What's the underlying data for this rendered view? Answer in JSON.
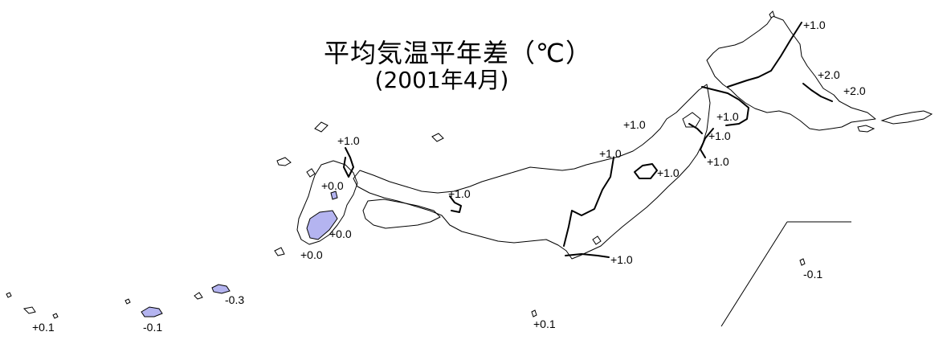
{
  "title": {
    "main": "平均気温平年差（℃）",
    "sub": "(2001年4月)"
  },
  "colors": {
    "coastline": "#000000",
    "isotherm": "#000000",
    "negative_fill": "#b4b4f0",
    "background": "#ffffff"
  },
  "isotherm_labels": {
    "hokkaido_north": "+1.0",
    "hokkaido_east_1": "+2.0",
    "hokkaido_east_2": "+2.0",
    "tohoku_1": "+1.0",
    "tohoku_2": "+1.0",
    "tohoku_3": "+1.0",
    "tohoku_west": "+1.0",
    "kanto": "+1.0",
    "chubu": "+1.0",
    "tokai": "+1.0",
    "kinki": "+1.0",
    "kyushu_north": "+1.0",
    "kyushu_west": "+0.0",
    "kyushu_south": "+0.0",
    "kyushu_southwest": "+0.0",
    "okinawa_main": "-0.3",
    "sakishima": "+0.1",
    "okinawa_south": "-0.1",
    "ogasawara": "+0.1",
    "minamitori": "-0.1"
  }
}
